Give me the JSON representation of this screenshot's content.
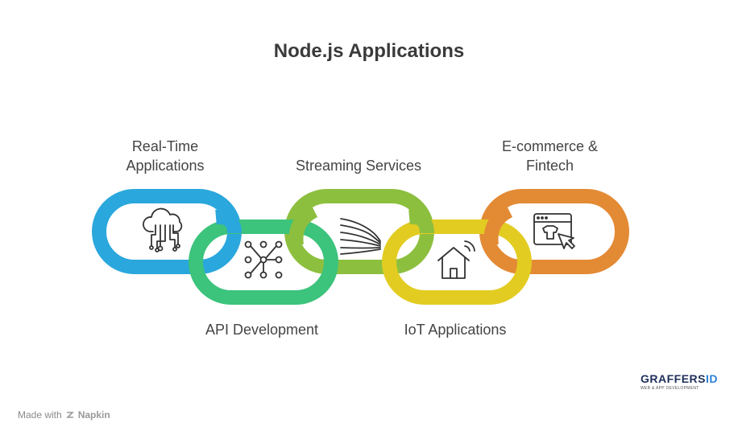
{
  "title": "Node.js Applications",
  "links": [
    {
      "label_lines": [
        "Real-Time",
        "Applications"
      ],
      "icon": "cloud-network-icon",
      "color": "#2aa7dc"
    },
    {
      "label_lines": [
        "API Development"
      ],
      "icon": "node-graph-icon",
      "color": "#3cc37c"
    },
    {
      "label_lines": [
        "Streaming Services"
      ],
      "icon": "streaming-lines-icon",
      "color": "#8dbf3f"
    },
    {
      "label_lines": [
        "IoT Applications"
      ],
      "icon": "smart-home-icon",
      "color": "#e2cc22"
    },
    {
      "label_lines": [
        "E-commerce &",
        "Fintech"
      ],
      "icon": "shop-browser-icon",
      "color": "#e38a34"
    }
  ],
  "footer": {
    "made_with": "Made with",
    "brand": "Napkin"
  },
  "watermark": {
    "name_main": "GRAFFERS",
    "name_accent": "ID",
    "tagline": "WEB & APP DEVELOPMENT"
  }
}
